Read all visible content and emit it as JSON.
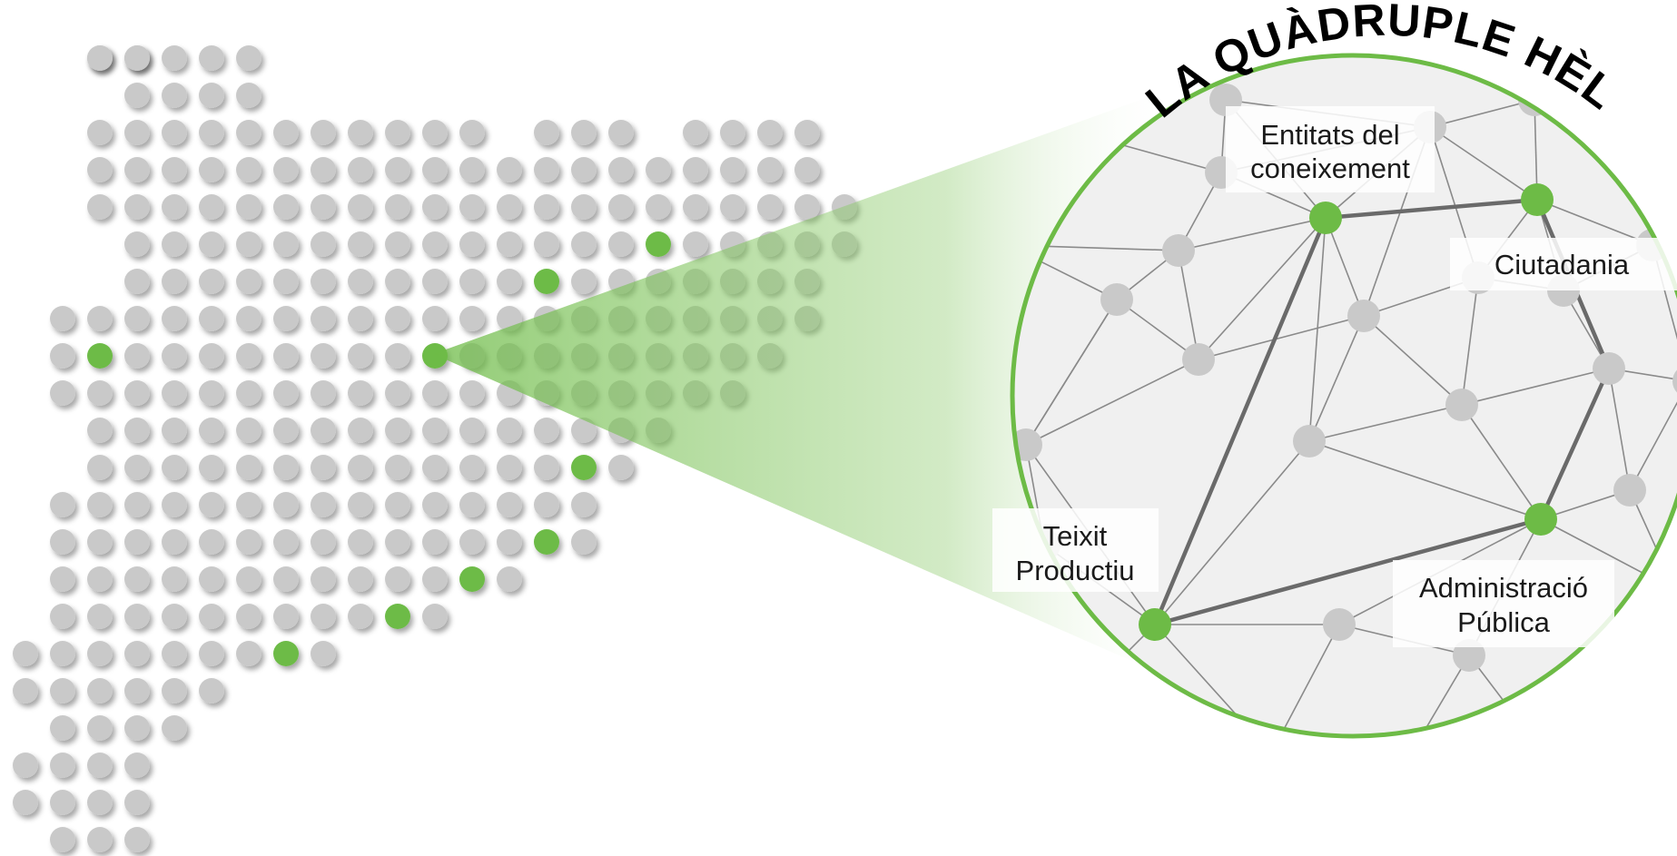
{
  "title": "LA QUÀDRUPLE HÈLIX",
  "colors": {
    "accent_green": "#6dbb46",
    "dot_gray": "#c9c9c9",
    "circle_fill": "#f0f0f0",
    "line_gray": "#8a8a8a",
    "line_dark": "#6a6a6a"
  },
  "helix": {
    "entitats": {
      "line1": "Entitats del",
      "line2": "coneixement"
    },
    "ciutadania": {
      "line1": "Ciutadania"
    },
    "teixit": {
      "line1": "Teixit",
      "line2": "Productiu"
    },
    "administracio": {
      "line1": "Administració",
      "line2": "Pública"
    }
  },
  "map": {
    "rows": [
      [
        2,
        2,
        3
      ],
      [
        2,
        2,
        3,
        4,
        5,
        6
      ],
      [
        3,
        3,
        4,
        5,
        6
      ],
      [
        4,
        2,
        3,
        4,
        5,
        6,
        7,
        8,
        9,
        10,
        11,
        12,
        14,
        15,
        16,
        18,
        19,
        20,
        21
      ],
      [
        5,
        2,
        3,
        4,
        5,
        6,
        7,
        8,
        9,
        10,
        11,
        12,
        13,
        14,
        15,
        16,
        17,
        18,
        19,
        20,
        21
      ],
      [
        6,
        2,
        3,
        4,
        5,
        6,
        7,
        8,
        9,
        10,
        11,
        12,
        13,
        14,
        15,
        16,
        17,
        18,
        19,
        20,
        21,
        22
      ],
      [
        7,
        3,
        4,
        5,
        6,
        7,
        8,
        9,
        10,
        11,
        12,
        13,
        14,
        15,
        16,
        17,
        18,
        19,
        20,
        21,
        22
      ],
      [
        8,
        3,
        4,
        5,
        6,
        7,
        8,
        9,
        10,
        11,
        12,
        13,
        14,
        15,
        16,
        17,
        18,
        19,
        20,
        21
      ],
      [
        9,
        1,
        2,
        3,
        4,
        5,
        6,
        7,
        8,
        9,
        10,
        11,
        12,
        13,
        14,
        15,
        16,
        17,
        18,
        19,
        20,
        21
      ],
      [
        10,
        1,
        2,
        3,
        4,
        5,
        6,
        7,
        8,
        9,
        10,
        11,
        12,
        13,
        14,
        15,
        16,
        17,
        18,
        19,
        20
      ],
      [
        11,
        1,
        2,
        3,
        4,
        5,
        6,
        7,
        8,
        9,
        10,
        11,
        12,
        13,
        14,
        15,
        16,
        17,
        18,
        19
      ],
      [
        12,
        2,
        3,
        4,
        5,
        6,
        7,
        8,
        9,
        10,
        11,
        12,
        13,
        14,
        15,
        16,
        17
      ],
      [
        13,
        2,
        3,
        4,
        5,
        6,
        7,
        8,
        9,
        10,
        11,
        12,
        13,
        14,
        15,
        16
      ],
      [
        14,
        1,
        2,
        3,
        4,
        5,
        6,
        7,
        8,
        9,
        10,
        11,
        12,
        13,
        14,
        15
      ],
      [
        15,
        1,
        2,
        3,
        4,
        5,
        6,
        7,
        8,
        9,
        10,
        11,
        12,
        13,
        14,
        15
      ],
      [
        16,
        1,
        2,
        3,
        4,
        5,
        6,
        7,
        8,
        9,
        10,
        11,
        12,
        13
      ],
      [
        17,
        1,
        2,
        3,
        4,
        5,
        6,
        7,
        8,
        9,
        10,
        11
      ],
      [
        18,
        0,
        1,
        2,
        3,
        4,
        5,
        6,
        7,
        8
      ],
      [
        19,
        0,
        1,
        2,
        3,
        4,
        5
      ],
      [
        20,
        1,
        2,
        3,
        4
      ],
      [
        21,
        0,
        1,
        2,
        3
      ],
      [
        22,
        0,
        1,
        2,
        3
      ],
      [
        23,
        1,
        2,
        3
      ]
    ],
    "green": [
      [
        7,
        17
      ],
      [
        8,
        14
      ],
      [
        10,
        2
      ],
      [
        10,
        11
      ],
      [
        13,
        15
      ],
      [
        15,
        14
      ],
      [
        16,
        12
      ],
      [
        17,
        10
      ],
      [
        18,
        7
      ]
    ],
    "source_dot": [
      10,
      11
    ]
  }
}
